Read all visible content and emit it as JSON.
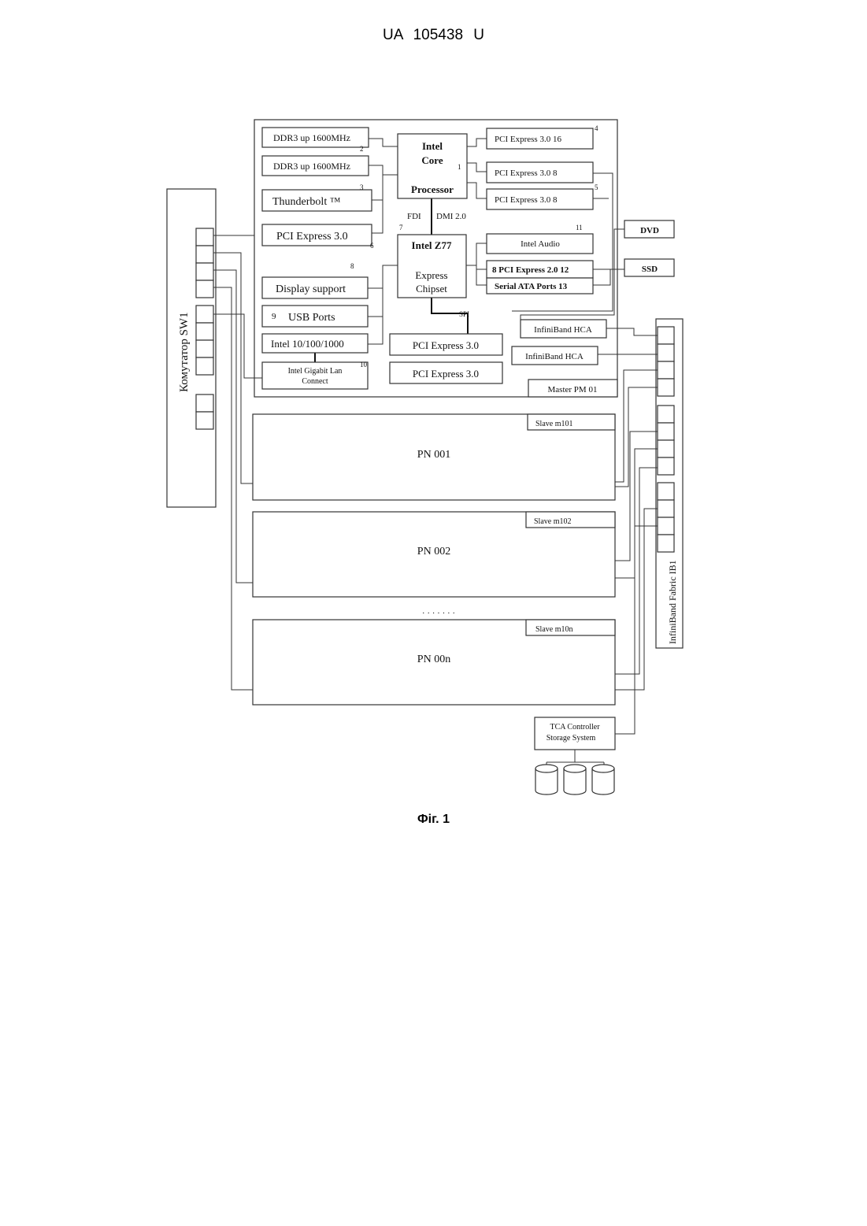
{
  "header": {
    "text": "UA   105438   U"
  },
  "caption": {
    "text": "Фіг. 1"
  },
  "switch_label": "Комутатор ЅW1",
  "fabric_label": "InfiniBand Fabric IB1",
  "master": {
    "label": "Master PM 01",
    "ddr3_a": "DDR3 up 1600MHz",
    "ddr3_b": "DDR3 up 1600MHz",
    "thunderbolt": "Thunderbolt ™",
    "pcie_left": "PCI Express 3.0",
    "display": "Display support",
    "usb_num": "9",
    "usb": "USB Ports",
    "intel_eth": "Intel 10/100/1000",
    "gigabit_1": "Intel Gigabit Lan",
    "gigabit_2": "Connect",
    "cpu_1": "Intel",
    "cpu_2": "Core",
    "cpu_3": "Processor",
    "fdi": "FDI",
    "dmi": "DMI 2.0",
    "chipset_1": "Intel Z77",
    "chipset_2": "Express",
    "chipset_3": "Chipset",
    "spi": "SPI",
    "pcie_bottom_1": "PCI Express 3.0",
    "pcie_bottom_2": "PCI Express 3.0",
    "pcie_16": "PCI Express 3.0 16",
    "pcie_8a": "PCI Express 3.0 8",
    "pcie_8b": "PCI Express 3.0  8",
    "audio": "Intel Audio",
    "pcie2": "8 PCI Express 2.0  12",
    "sata": "Serial ATA Ports   13",
    "hca_1": "InfiniBand HCA",
    "hca_2": "InfiniBand HCA",
    "dvd": "DVD",
    "ssd": "SSD",
    "num_1": "1",
    "num_2": "2",
    "num_3": "3",
    "num_4": "4",
    "num_5": "5",
    "num_6": "6",
    "num_7": "7",
    "num_8": "8",
    "num_10": "10",
    "num_11": "11"
  },
  "nodes": [
    {
      "name": "PN 001",
      "slave": "Slave m101"
    },
    {
      "name": "PN 002",
      "slave": "Slave m102"
    },
    {
      "name": "PN 00n",
      "slave": "Slave m10n"
    }
  ],
  "ellipsis": "· · · · · · ·",
  "tca_1": "TCA Controller",
  "tca_2": "Storage System"
}
